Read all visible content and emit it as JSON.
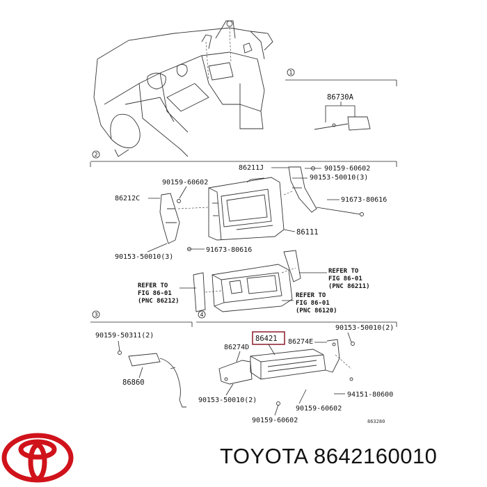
{
  "circles": [
    "1",
    "2",
    "3",
    "4"
  ],
  "parts": {
    "p86730A": "86730A",
    "p86211J": "86211J",
    "p90159_60602_a": "90159-60602",
    "p90153_50010_3a": "90153-50010(3)",
    "p90159_60602_b": "90159-60602",
    "p86212C": "86212C",
    "p91673_80616_a": "91673-80616",
    "p86111": "86111",
    "p90153_50010_3b": "90153-50010(3)",
    "p91673_80616_b": "91673-80616",
    "p90159_50311_2": "90159-50311(2)",
    "p86860": "86860",
    "p86421": "86421",
    "p86274D": "86274D",
    "p86274E": "86274E",
    "p90153_50010_2a": "90153-50010(2)",
    "p94151_80600": "94151-80600",
    "p90153_50010_2b": "90153-50010(2)",
    "p90159_60602_c": "90159-60602",
    "p90159_60602_d": "90159-60602",
    "figcode": "863280"
  },
  "refs": {
    "left": [
      "REFER TO",
      "FIG 86-01",
      "(PNC 86212)"
    ],
    "right1": [
      "REFER TO",
      "FIG 86-01",
      "(PNC 86211)"
    ],
    "right2": [
      "REFER TO",
      "FIG 86-01",
      "(PNC 86120)"
    ]
  },
  "footer": {
    "brand": "TOYOTA",
    "part_number": "8642160010"
  },
  "colors": {
    "logo": "#d0121b",
    "highlight_box": "#8b1a2b"
  }
}
